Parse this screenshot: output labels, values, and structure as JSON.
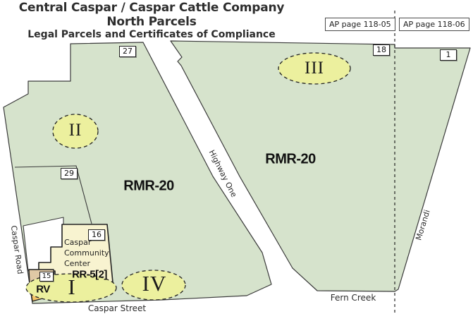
{
  "header": {
    "title": "Central Caspar / Caspar Cattle Company North Parcels",
    "subtitle": "Legal Parcels and Certificates of Compliance"
  },
  "ap_pages": {
    "left_label": "AP page 118-05",
    "right_label": "AP page 118-06"
  },
  "zoning_labels": {
    "west_parcel": "RMR-20",
    "east_parcel": "RMR-20",
    "community_parcel": "RR-5[2]"
  },
  "parcel_number_tags": {
    "tag_27": "27",
    "tag_29": "29",
    "tag_16": "16",
    "tag_15": "15",
    "tag_18": "18",
    "tag_1": "1"
  },
  "certificate_ellipses": {
    "i": "I",
    "ii": "II",
    "iii": "III",
    "iv": "IV"
  },
  "places": {
    "community_center_lines": [
      "Caspar",
      "Community",
      "Center"
    ],
    "rv_label": "RV"
  },
  "roads": {
    "caspar_road": "Caspar Road",
    "caspar_street": "Caspar Street",
    "highway_one": "Highway One",
    "fern_creek": "Fern Creek",
    "morandi": "Morandi"
  },
  "colors": {
    "parcel_green": "#d6e3cc",
    "certificate_yellow": "#ecf09e",
    "community_yellow": "#f8f3d0",
    "parcel15_tan": "#dfc9a5",
    "rv_orange": "#f6c468",
    "outline": "#3a3a3a"
  }
}
